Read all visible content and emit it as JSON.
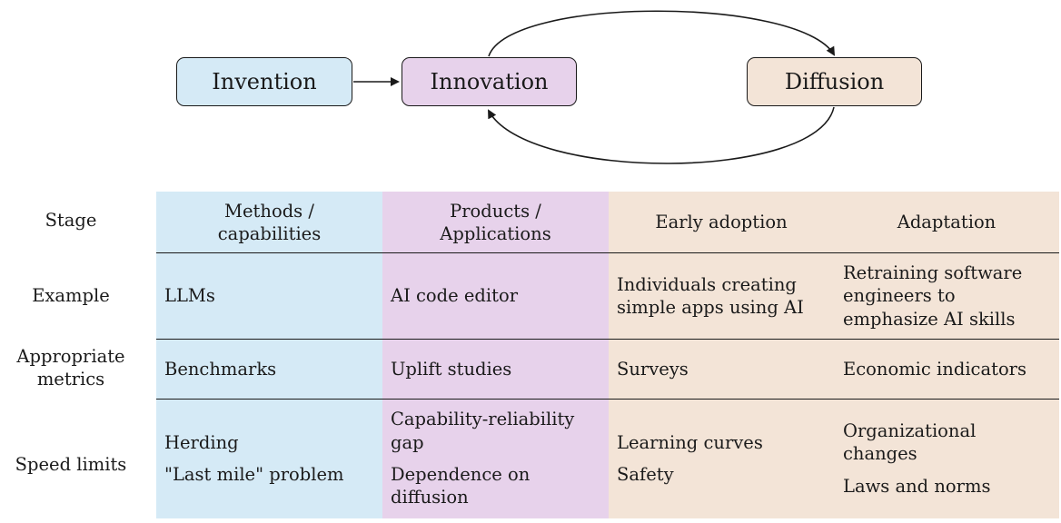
{
  "diagram": {
    "nodes": [
      {
        "id": "invention",
        "label": "Invention",
        "color": "#d5eaf6"
      },
      {
        "id": "innovation",
        "label": "Innovation",
        "color": "#e7d2eb"
      },
      {
        "id": "diffusion",
        "label": "Diffusion",
        "color": "#f3e4d7"
      }
    ],
    "edges": [
      {
        "from": "invention",
        "to": "innovation"
      },
      {
        "from": "innovation",
        "to": "diffusion"
      },
      {
        "from": "diffusion",
        "to": "innovation"
      }
    ]
  },
  "table": {
    "row_labels": {
      "stage": "Stage",
      "example": "Example",
      "metrics_line1": "Appropriate",
      "metrics_line2": "metrics",
      "speed": "Speed limits"
    },
    "columns": [
      {
        "head_line1": "Methods /",
        "head_line2": "capabilities",
        "example": [
          "LLMs"
        ],
        "metrics": [
          "Benchmarks"
        ],
        "speed_limits": [
          "Herding",
          "\"Last mile\" problem"
        ]
      },
      {
        "head_line1": "Products /",
        "head_line2": "Applications",
        "example": [
          "AI code editor"
        ],
        "metrics": [
          "Uplift studies"
        ],
        "speed_limits": [
          "Capability-reliability",
          "gap",
          "Dependence on",
          "diffusion"
        ]
      },
      {
        "head_line1": "Early adoption",
        "example": [
          "Individuals creating",
          "simple apps using AI"
        ],
        "metrics": [
          "Surveys"
        ],
        "speed_limits": [
          "Learning curves",
          "Safety"
        ]
      },
      {
        "head_line1": "Adaptation",
        "example": [
          "Retraining software",
          "engineers to",
          "emphasize AI skills"
        ],
        "metrics": [
          "Economic indicators"
        ],
        "speed_limits": [
          "Organizational",
          "changes",
          "Laws and norms"
        ]
      }
    ]
  },
  "colors": {
    "invention": "#d5eaf6",
    "innovation": "#e7d2eb",
    "diffusion": "#f3e4d7",
    "stroke": "#1a1a1a"
  }
}
